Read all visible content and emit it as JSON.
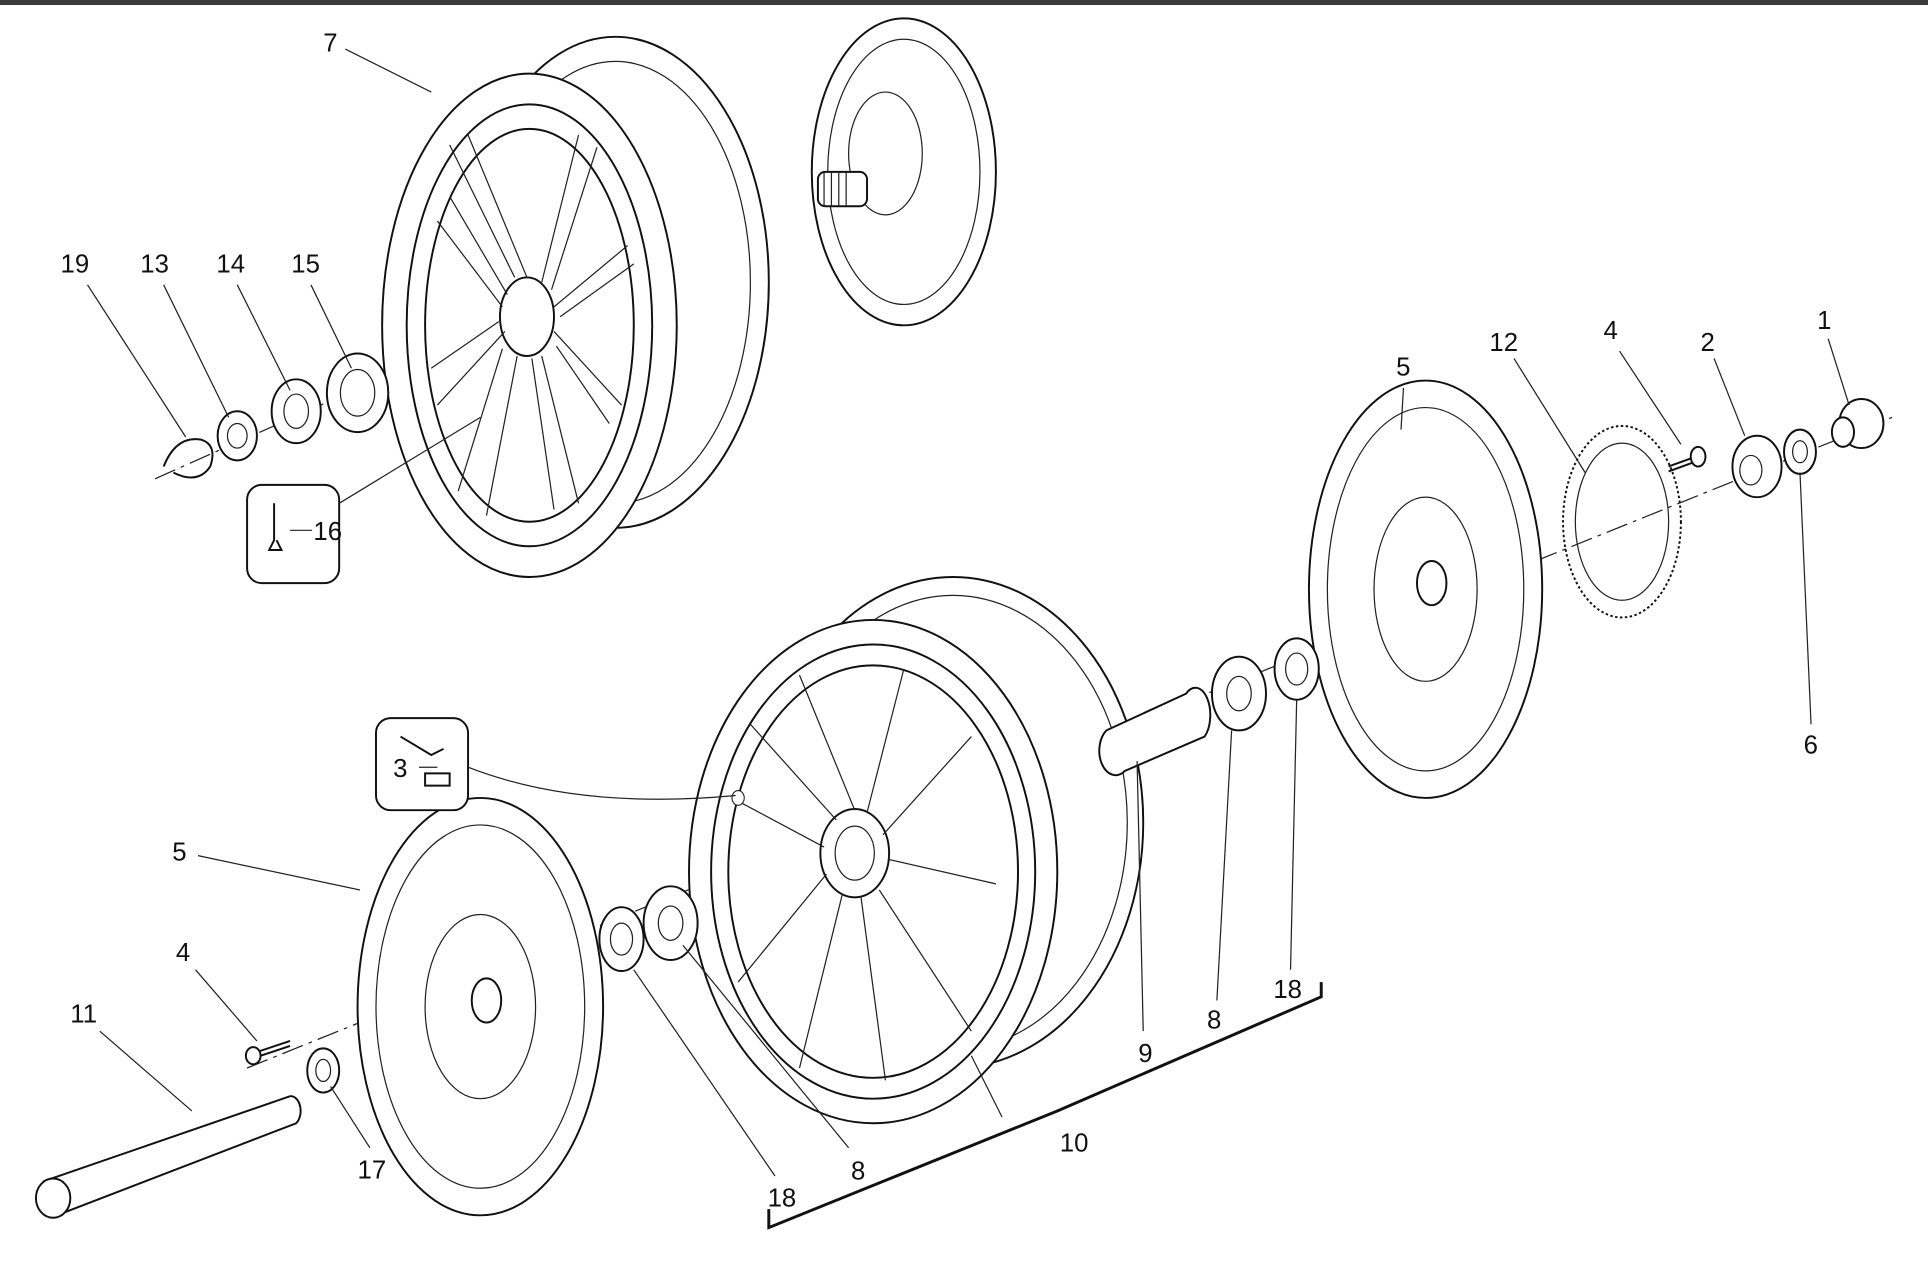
{
  "diagram": {
    "title_visible": false,
    "callouts": {
      "c7": "7",
      "c19": "19",
      "c13": "13",
      "c14": "14",
      "c15": "15",
      "c16": "16",
      "c5a": "5",
      "c12": "12",
      "c4a": "4",
      "c2": "2",
      "c1": "1",
      "c6": "6",
      "c3": "3",
      "c5b": "5",
      "c4b": "4",
      "c11": "11",
      "c17": "17",
      "c18a": "18",
      "c8a": "8",
      "c9": "9",
      "c8b": "8",
      "c18b": "18",
      "c10": "10"
    }
  }
}
